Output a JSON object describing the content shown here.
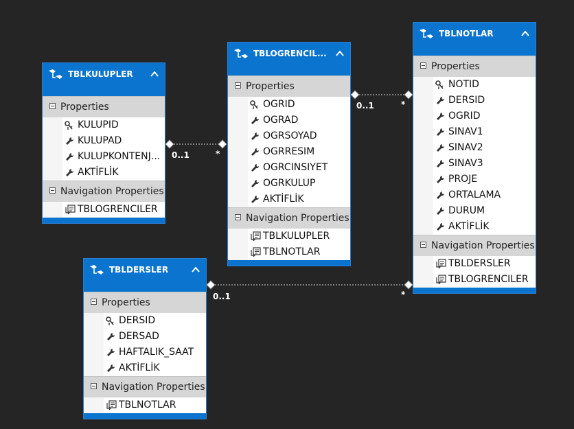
{
  "labels": {
    "properties": "Properties",
    "navigation": "Navigation Properties"
  },
  "colors": {
    "header": "#0a74cf",
    "canvas": "#252526",
    "section": "#d6d6d6",
    "connector": "#cfcfcf"
  },
  "entities": {
    "kulupler": {
      "title": "TBLKULUPLER",
      "properties": [
        {
          "name": "KULUPID",
          "icon": "key-icon"
        },
        {
          "name": "KULUPAD",
          "icon": "wrench-icon"
        },
        {
          "name": "KULUPKONTENJ...",
          "icon": "wrench-icon"
        },
        {
          "name": "AKTİFLİK",
          "icon": "wrench-icon"
        }
      ],
      "navigation": [
        {
          "name": "TBLOGRENCILER",
          "icon": "nav-icon"
        }
      ]
    },
    "ogrenciler": {
      "title": "TBLOGRENCIL...",
      "properties": [
        {
          "name": "OGRID",
          "icon": "key-icon"
        },
        {
          "name": "OGRAD",
          "icon": "wrench-icon"
        },
        {
          "name": "OGRSOYAD",
          "icon": "wrench-icon"
        },
        {
          "name": "OGRRESIM",
          "icon": "wrench-icon"
        },
        {
          "name": "OGRCINSIYET",
          "icon": "wrench-icon"
        },
        {
          "name": "OGRKULUP",
          "icon": "wrench-icon"
        },
        {
          "name": "AKTİFLİK",
          "icon": "wrench-icon"
        }
      ],
      "navigation": [
        {
          "name": "TBLKULUPLER",
          "icon": "nav-icon"
        },
        {
          "name": "TBLNOTLAR",
          "icon": "nav-icon"
        }
      ]
    },
    "notlar": {
      "title": "TBLNOTLAR",
      "properties": [
        {
          "name": "NOTID",
          "icon": "key-icon"
        },
        {
          "name": "DERSID",
          "icon": "wrench-icon"
        },
        {
          "name": "OGRID",
          "icon": "wrench-icon"
        },
        {
          "name": "SINAV1",
          "icon": "wrench-icon"
        },
        {
          "name": "SINAV2",
          "icon": "wrench-icon"
        },
        {
          "name": "SINAV3",
          "icon": "wrench-icon"
        },
        {
          "name": "PROJE",
          "icon": "wrench-icon"
        },
        {
          "name": "ORTALAMA",
          "icon": "wrench-icon"
        },
        {
          "name": "DURUM",
          "icon": "wrench-icon"
        },
        {
          "name": "AKTİFLİK",
          "icon": "wrench-icon"
        }
      ],
      "navigation": [
        {
          "name": "TBLDERSLER",
          "icon": "nav-icon"
        },
        {
          "name": "TBLOGRENCILER",
          "icon": "nav-icon"
        }
      ]
    },
    "dersler": {
      "title": "TBLDERSLER",
      "properties": [
        {
          "name": "DERSID",
          "icon": "key-icon"
        },
        {
          "name": "DERSAD",
          "icon": "wrench-icon"
        },
        {
          "name": "HAFTALIK_SAAT",
          "icon": "wrench-icon"
        },
        {
          "name": "AKTİFLİK",
          "icon": "wrench-icon"
        }
      ],
      "navigation": [
        {
          "name": "TBLNOTLAR",
          "icon": "nav-icon"
        }
      ]
    }
  },
  "associations": [
    {
      "from": "kulupler",
      "to": "ogrenciler",
      "from_mult": "0..1",
      "to_mult": "*"
    },
    {
      "from": "ogrenciler",
      "to": "notlar",
      "from_mult": "0..1",
      "to_mult": "*"
    },
    {
      "from": "dersler",
      "to": "notlar",
      "from_mult": "0..1",
      "to_mult": "*"
    }
  ]
}
